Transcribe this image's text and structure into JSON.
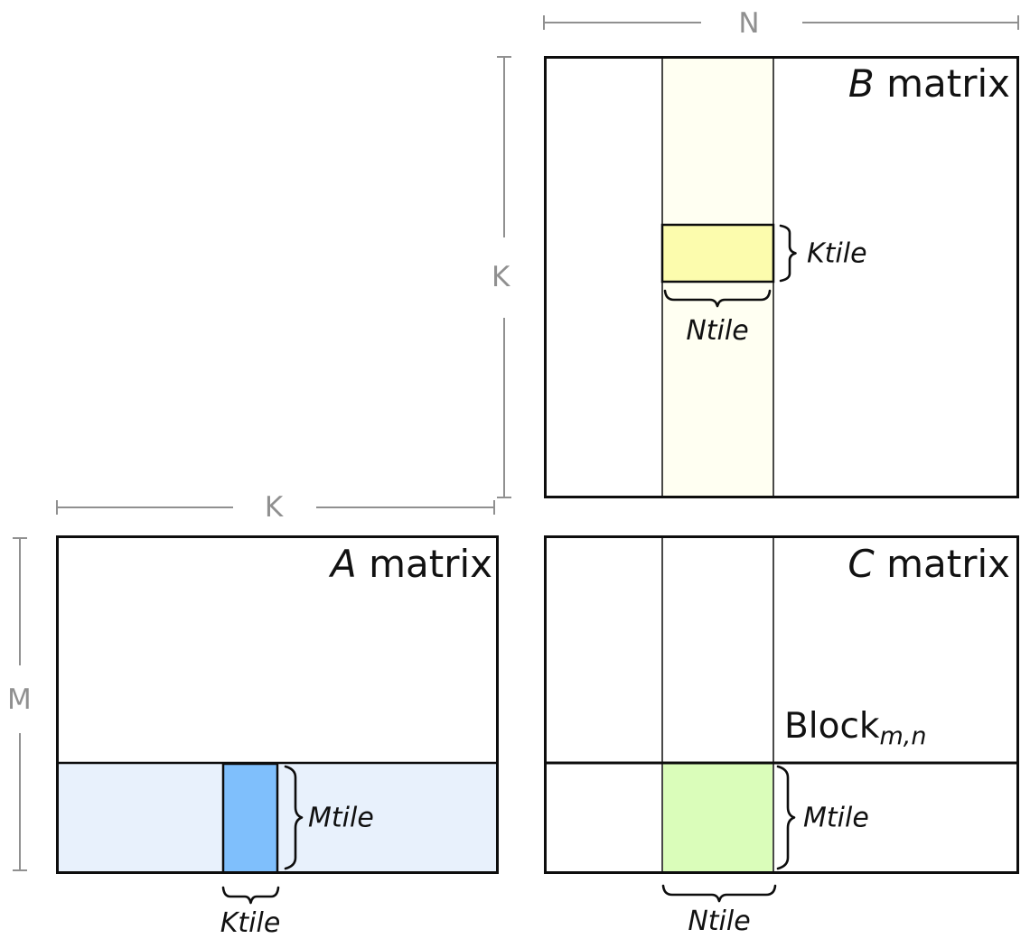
{
  "colors": {
    "tile_yellow": "#fcfcad",
    "ivory": "#fffff2",
    "tile_blue": "#7fbffc",
    "row_blue": "#e8f1fc",
    "tile_green": "#dafdba",
    "dim_gray": "#909090",
    "line": "#0d0d0d"
  },
  "dimensions": {
    "n_label": "N",
    "k_label_vertical": "K",
    "k_label_horizontal": "K",
    "m_label": "M"
  },
  "b_matrix": {
    "title_italic": "B",
    "title_rest": " matrix",
    "ktile_label": "Ktile",
    "ntile_label": "Ntile"
  },
  "a_matrix": {
    "title_italic": "A",
    "title_rest": " matrix",
    "mtile_label": "Mtile",
    "ktile_label": "Ktile"
  },
  "c_matrix": {
    "title_italic": "C",
    "title_rest": " matrix",
    "block_label": "Block",
    "block_subscript": "m,n",
    "mtile_label": "Mtile",
    "ntile_label": "Ntile"
  }
}
